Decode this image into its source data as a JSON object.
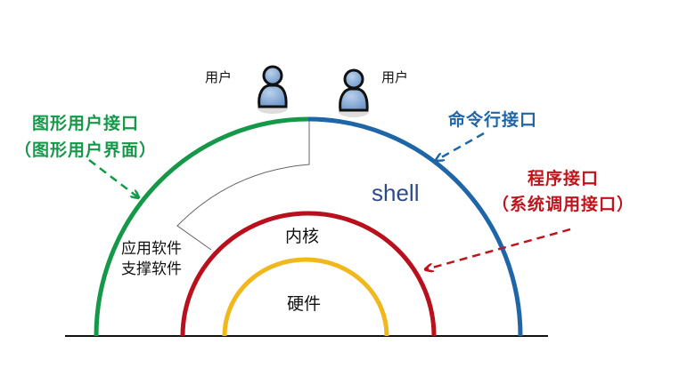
{
  "users": [
    {
      "label": "用户",
      "icon": "user-icon"
    },
    {
      "label": "用户",
      "icon": "user-icon"
    }
  ],
  "interfaces": {
    "gui": {
      "line1": "图形用户接口",
      "line2": "（图形用户界面）",
      "color": "#16984a"
    },
    "cli": {
      "label": "命令行接口",
      "color": "#1f66a8"
    },
    "api": {
      "line1": "程序接口",
      "line2": "（系统调用接口）",
      "color": "#c0141c"
    }
  },
  "layers": {
    "shell": "shell",
    "kernel": "内核",
    "hardware": "硬件",
    "software_line1": "应用软件",
    "software_line2": "支撑软件"
  },
  "colors": {
    "outer_left": "#16984a",
    "outer_right": "#1f66a8",
    "kernel_arc": "#b8101c",
    "hardware_arc": "#f0b81c",
    "baseline": "#111111",
    "user_fill": "#7fa6d4"
  }
}
